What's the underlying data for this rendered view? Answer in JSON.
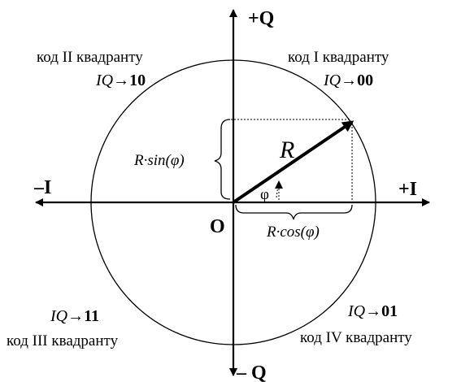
{
  "axes": {
    "plus_q": "+Q",
    "minus_q": "– Q",
    "plus_i": "+I",
    "minus_i": "–I",
    "origin": "O"
  },
  "quadrants": {
    "q1": {
      "label": "код I квадранту",
      "code_prefix": "IQ→",
      "code": "00"
    },
    "q2": {
      "label": "код II квадранту",
      "code_prefix": "IQ→",
      "code": "10"
    },
    "q3": {
      "label": "код III квадранту",
      "code_prefix": "IQ→",
      "code": "11"
    },
    "q4": {
      "label": "код IV квадранту",
      "code_prefix": "IQ→",
      "code": "01"
    }
  },
  "vector": {
    "name": "R",
    "angle_symbol": "φ",
    "projection_vertical": "R·sin(φ)",
    "projection_horizontal": "R·cos(φ)"
  }
}
